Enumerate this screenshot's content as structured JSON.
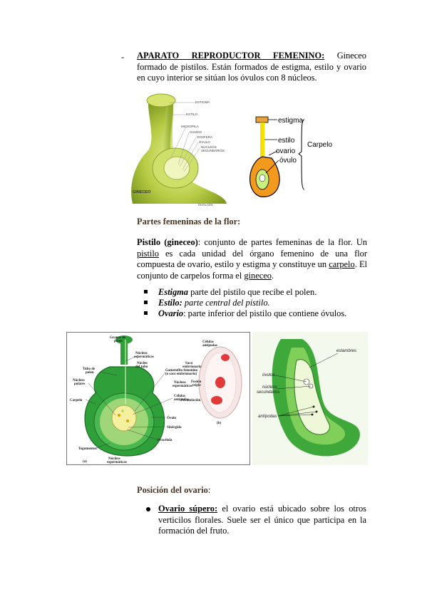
{
  "intro": {
    "dash": "-",
    "heading": "APARATO REPRODUCTOR FEMENINO:",
    "text": " Gineceo formado de pistilos. Están formados de estigma, estilo y ovario en cuyo interior se sitúan los óvulos con 8 núcleos."
  },
  "figure1": {
    "labels": [
      "ESTIGMA",
      "ESTILO",
      "MICROPILA",
      "OVARIO",
      "OOSFERA",
      "ÓVULO",
      "NÚCLEOS",
      "SECUNDARIOS"
    ],
    "title": "GINECEO",
    "bottom_label": "CHALAZA"
  },
  "figure2": {
    "labels": {
      "estigma": "estigma",
      "estilo": "estilo",
      "ovario": "ovario",
      "ovulo": "óvulo",
      "carpelo": "Carpelo"
    }
  },
  "section1": {
    "title": "Partes femeninas de la flor:",
    "pistilo_term": "Pistilo (gineceo)",
    "pistilo_a": ": conjunto de partes femeninas de la flor. Un ",
    "pistilo_link1": "pistilo",
    "pistilo_b": " es cada unidad del órgano femenino de una flor compuesta de ovario, estilo y estigma y constituye un ",
    "pistilo_link2": "carpelo",
    "pistilo_c": ". El conjunto de carpelos forma el ",
    "pistilo_link3": "gineceo",
    "pistilo_d": ".",
    "bullets": [
      {
        "term": "Estigma",
        "text": " parte del pistilo que recibe el polen."
      },
      {
        "term": "Estilo:",
        "text": " parte central del pistilo."
      },
      {
        "term": "Ovario",
        "text": ": parte inferior del pistilo que contiene óvulos."
      }
    ]
  },
  "figure3": {
    "labels_left": [
      "Granos de",
      "polen",
      "Núcleos",
      "espermáticos",
      "Núcleo",
      "del tubo",
      "Tubo de",
      "polen",
      "Núcleos",
      "polares",
      "Carpelo",
      "Tegumentos"
    ],
    "labels_mid": [
      "Gametofito femenino",
      "(o saco embrionario)",
      "Núcleos",
      "espermáticos",
      "Células",
      "antípodas",
      "Óvulo",
      "Sinérgida",
      "Ovocélula",
      "Núcleos",
      "espermáticos"
    ],
    "labels_right": [
      "Células",
      "antípodas",
      "Saco",
      "embrionario",
      "Fusión",
      "triple",
      "Fecundación"
    ],
    "tag_a": "(a)",
    "tag_b": "(b)"
  },
  "figure4": {
    "labels": [
      "estambres",
      "óvulos",
      "núcleos",
      "secundarios",
      "antípodas"
    ]
  },
  "section2": {
    "title": "Posición del ovario",
    "colon": ":",
    "bullet_term": "Ovario súpero:",
    "bullet_text": " el ovario está ubicado sobre los otros verticilos florales. Suele ser el único que participa en la formación del fruto."
  },
  "colors": {
    "heading_brown": "#4a3524",
    "green": "#3c9a2a",
    "yellow_green": "#c8d85a",
    "orange": "#f39a1e"
  }
}
